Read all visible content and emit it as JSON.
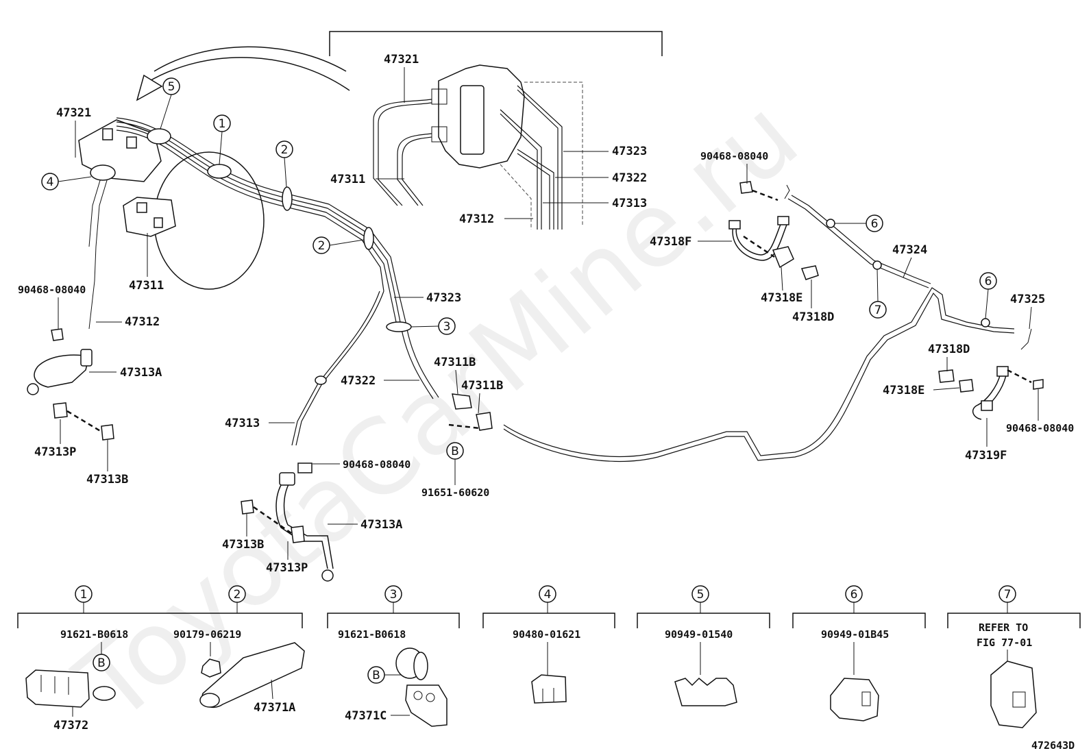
{
  "diagram_id": "472643D",
  "watermark": "ToyotaCarMine.ru",
  "callouts": {
    "c1": "1",
    "c2": "2",
    "c3": "3",
    "c4": "4",
    "c5": "5",
    "c6": "6",
    "c7": "7",
    "cB": "B"
  },
  "labels": {
    "p47321_top": "47321",
    "p47311_top": "47311",
    "p47312_top": "47312",
    "p47323_top": "47323",
    "p47322_top": "47322",
    "p47313_top": "47313",
    "p47321_left": "47321",
    "p47311_left": "47311",
    "p90468_left": "90468-08040",
    "p47312_left": "47312",
    "p47313A_left": "47313A",
    "p47313P_left": "47313P",
    "p47313B_left": "47313B",
    "p47323_mid": "47323",
    "p47322_mid": "47322",
    "p47313_mid": "47313",
    "p47311B_1": "47311B",
    "p47311B_2": "47311B",
    "p90468_mid": "90468-08040",
    "p91651": "91651-60620",
    "p47313A_mid": "47313A",
    "p47313B_mid": "47313B",
    "p47313P_mid": "47313P",
    "p90468_right_top": "90468-08040",
    "p47318F": "47318F",
    "p47318E_top": "47318E",
    "p47318D_top": "47318D",
    "p47324": "47324",
    "p47325": "47325",
    "p47318D_right": "47318D",
    "p47318E_right": "47318E",
    "p90468_right_bottom": "90468-08040",
    "p47319F": "47319F"
  },
  "legend": {
    "l1_part": "91621-B0618",
    "l1_sub": "47372",
    "l2_part": "90179-06219",
    "l2_sub": "47371A",
    "l3_part": "91621-B0618",
    "l3_sub": "47371C",
    "l4_part": "90480-01621",
    "l5_part": "90949-01540",
    "l6_part": "90949-01B45",
    "l7_ref1": "REFER TO",
    "l7_ref2": "FIG 77-01"
  }
}
